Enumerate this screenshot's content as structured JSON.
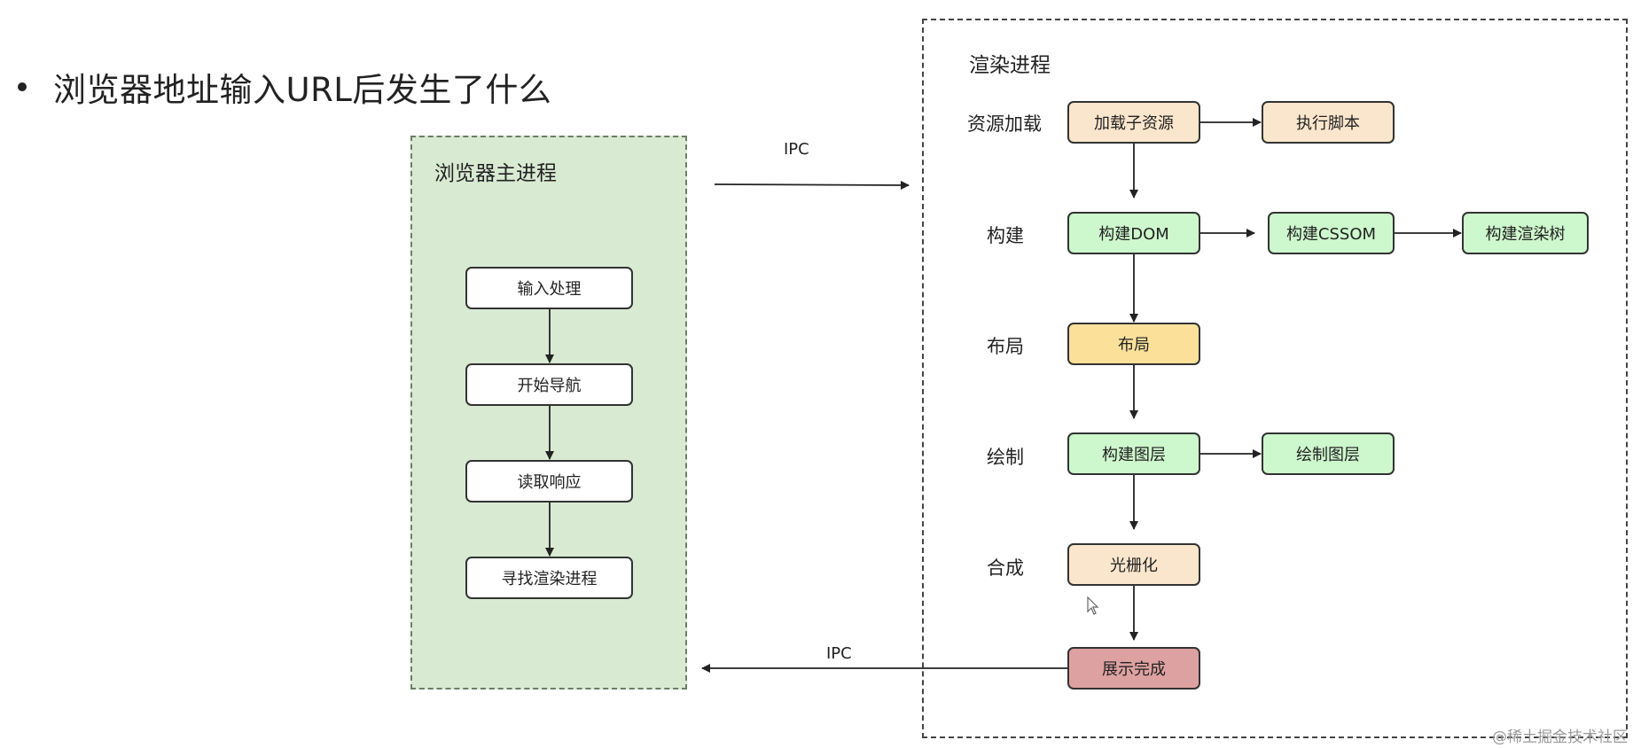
{
  "slide": {
    "bullet_text": "浏览器地址输入URL后发生了什么"
  },
  "main_process": {
    "title": "浏览器主进程",
    "steps": [
      "输入处理",
      "开始导航",
      "读取响应",
      "寻找渲染进程"
    ]
  },
  "render_process": {
    "title": "渲染进程",
    "row_labels": [
      "资源加载",
      "构建",
      "布局",
      "绘制",
      "合成"
    ],
    "nodes": {
      "load_subresource": "加载子资源",
      "exec_script": "执行脚本",
      "build_dom": "构建DOM",
      "build_cssom": "构建CSSOM",
      "build_render_tree": "构建渲染树",
      "layout": "布局",
      "build_layers": "构建图层",
      "paint_layers": "绘制图层",
      "rasterize": "光栅化",
      "display_done": "展示完成"
    }
  },
  "ipc": {
    "to_render": "IPC",
    "to_main": "IPC"
  },
  "colors": {
    "main_process_bg": "#d9ead3",
    "peach": "#fae6cc",
    "green": "#cdf7cc",
    "yellow": "#fbe09a",
    "red": "#dea1a1"
  },
  "watermark": "@稀土掘金技术社区"
}
